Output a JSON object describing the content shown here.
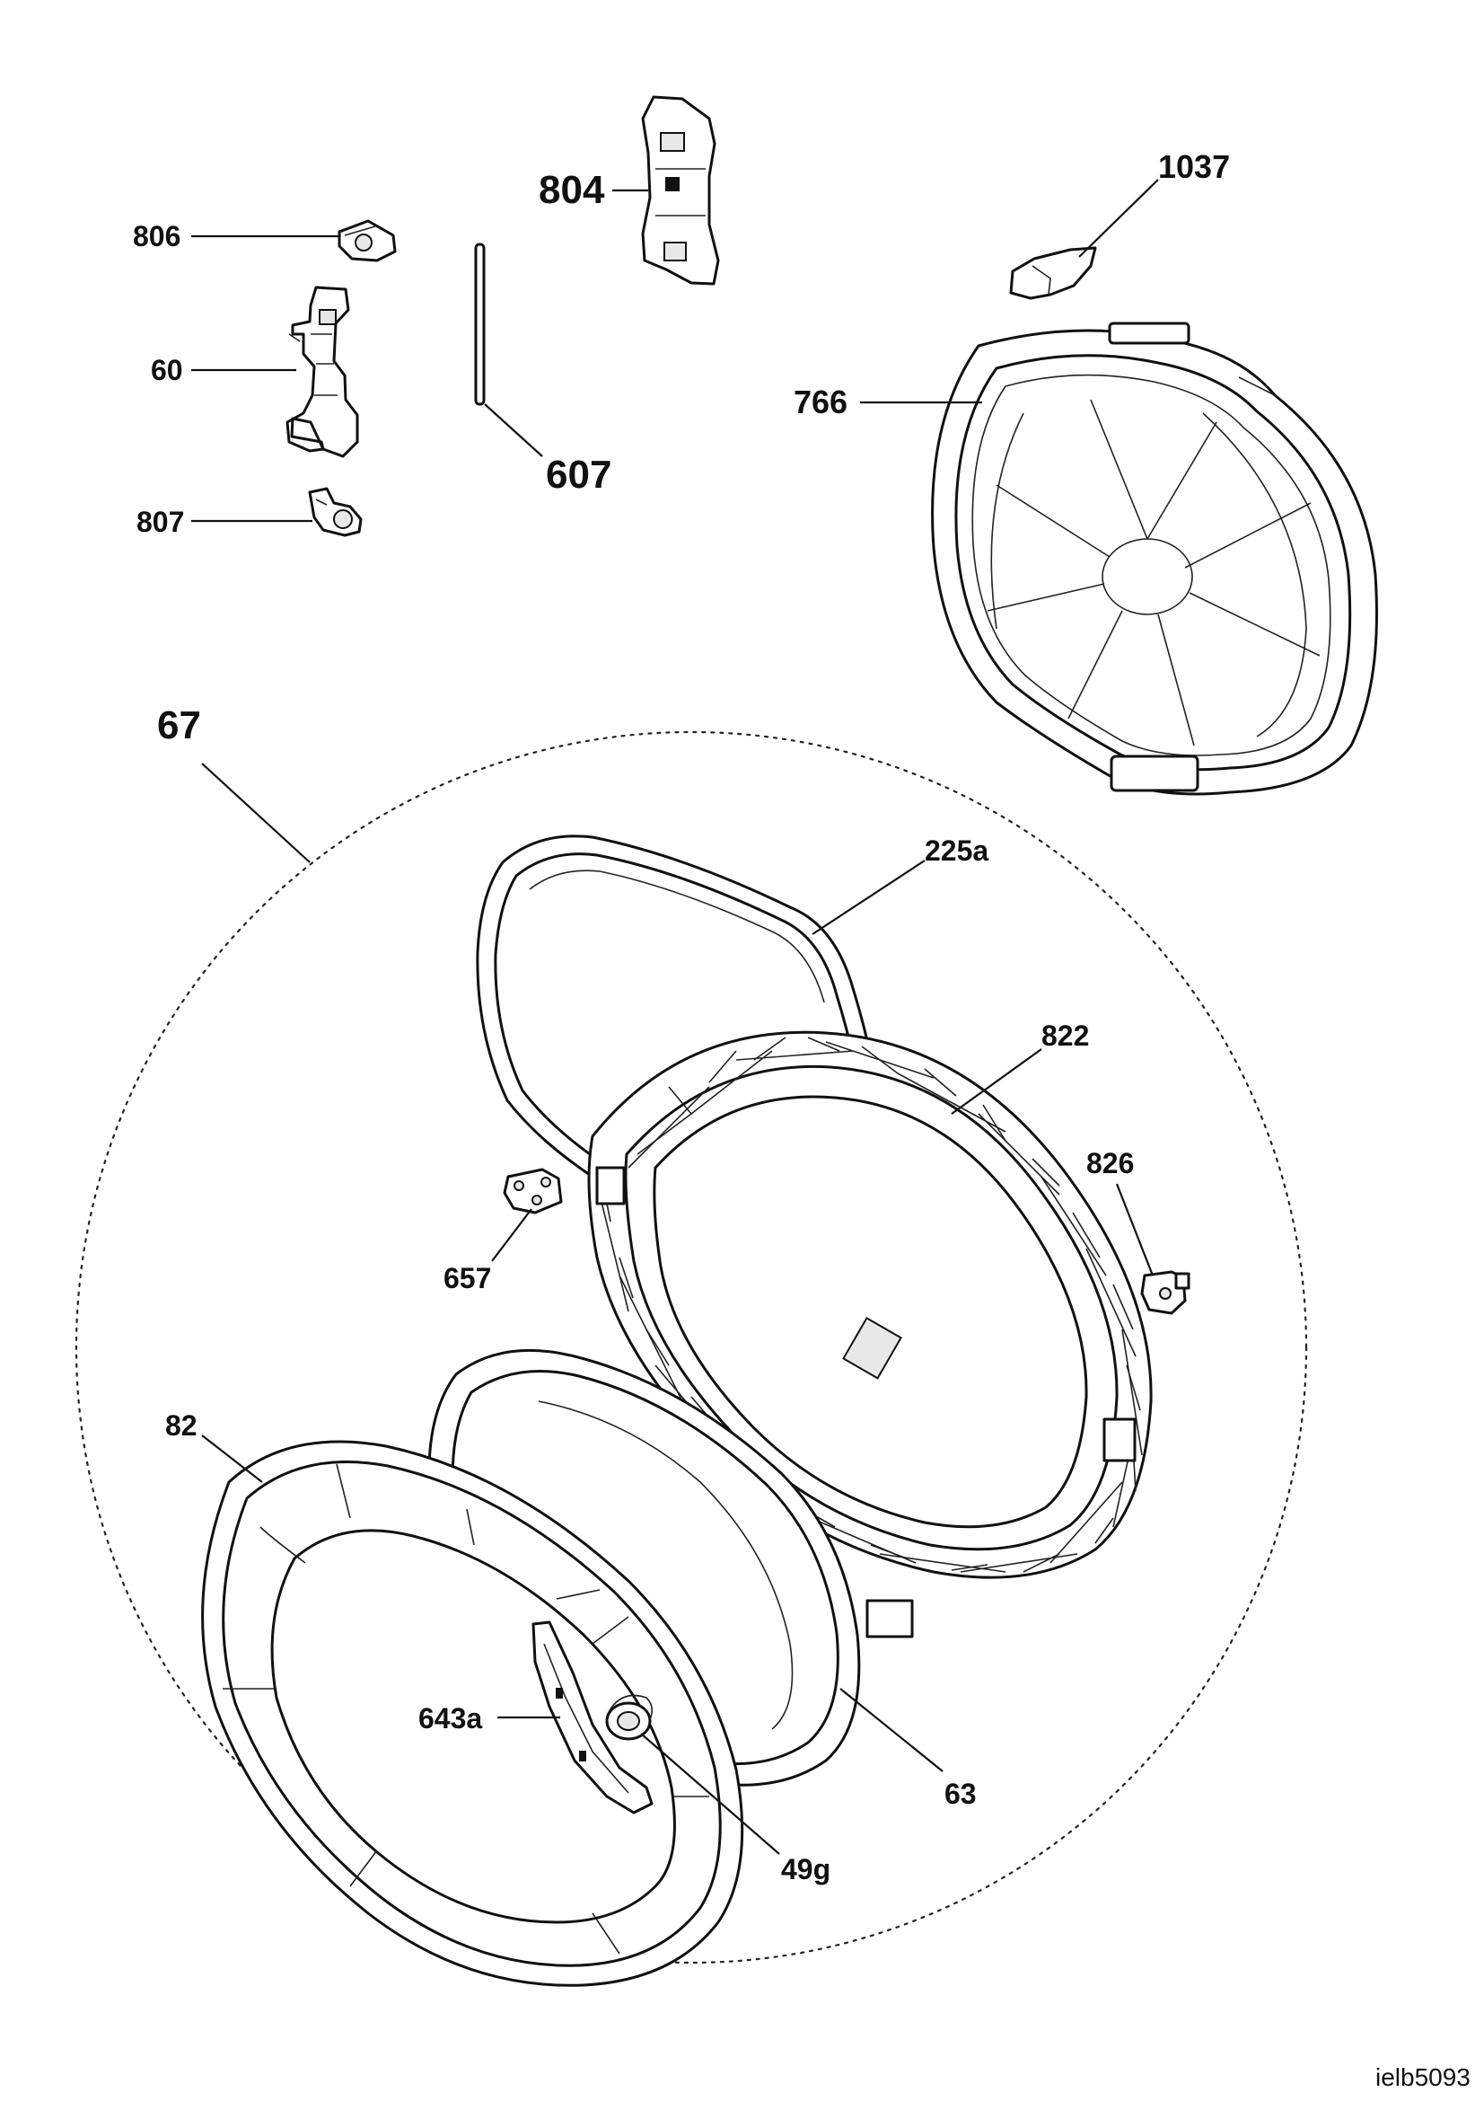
{
  "labels": {
    "p806": "806",
    "p60": "60",
    "p807": "807",
    "p607": "607",
    "p804": "804",
    "p1037": "1037",
    "p766": "766",
    "p67": "67",
    "p225a": "225a",
    "p822": "822",
    "p826": "826",
    "p657": "657",
    "p82": "82",
    "p643a": "643a",
    "p63": "63",
    "p49g": "49g"
  },
  "diagram_code": "ielb5093"
}
